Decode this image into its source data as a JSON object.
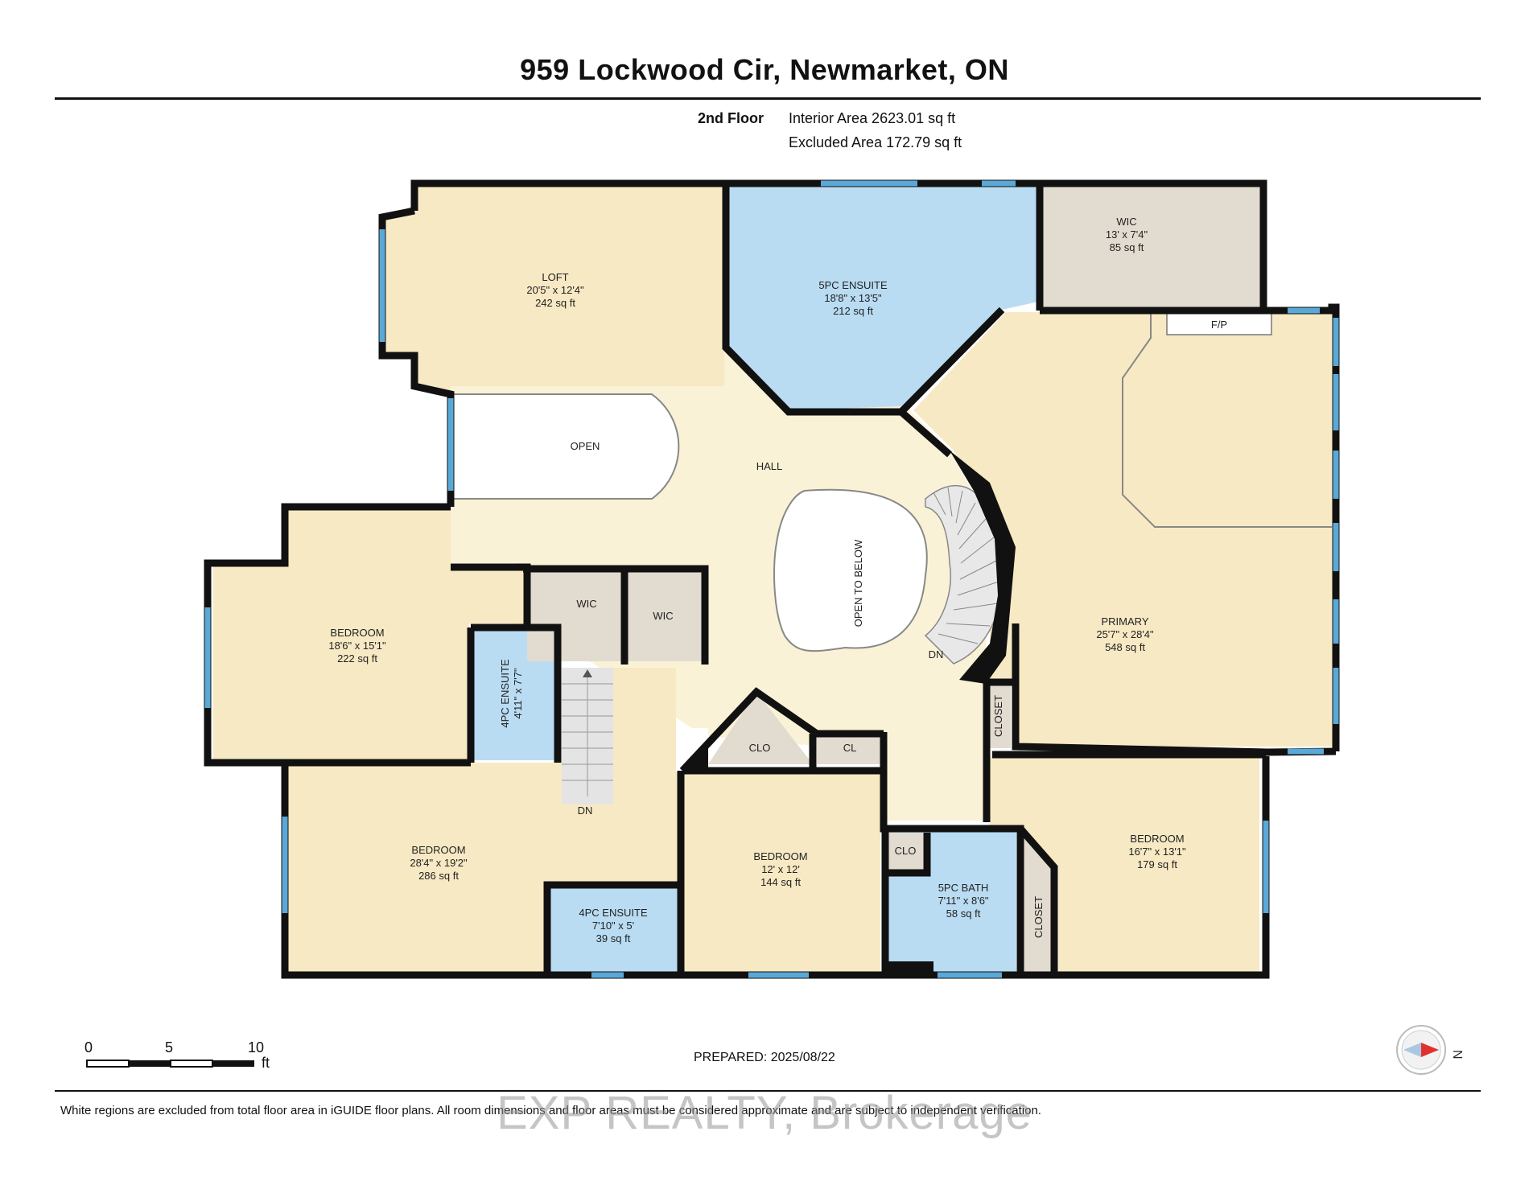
{
  "title": "959 Lockwood Cir, Newmarket, ON",
  "floor": {
    "name": "2nd Floor",
    "interior_area": "Interior Area 2623.01 sq ft",
    "excluded_area": "Excluded Area 172.79 sq ft"
  },
  "rooms": {
    "loft": {
      "name": "LOFT",
      "dims": "20'5\" x 12'4\"",
      "area": "242 sq ft"
    },
    "ensuite5": {
      "name": "5PC ENSUITE",
      "dims": "18'8\" x 13'5\"",
      "area": "212 sq ft"
    },
    "wic_top": {
      "name": "WIC",
      "dims": "13' x 7'4\"",
      "area": "85 sq ft"
    },
    "fp": "F/P",
    "open": "OPEN",
    "hall": "HALL",
    "open_below": "OPEN TO BELOW",
    "dn_stair_main": "DN",
    "primary": {
      "name": "PRIMARY",
      "dims": "25'7\" x 28'4\"",
      "area": "548 sq ft"
    },
    "closet_primary": "CLOSET",
    "bed_w": {
      "name": "BEDROOM",
      "dims": "18'6\" x 15'1\"",
      "area": "222 sq ft"
    },
    "wic1": "WIC",
    "wic2": "WIC",
    "ensuite4_v": {
      "name": "4PC ENSUITE",
      "dims": "4'11\" x 7'7\""
    },
    "dn_stair_small": "DN",
    "bed_sw": {
      "name": "BEDROOM",
      "dims": "28'4\" x 19'2\"",
      "area": "286 sq ft"
    },
    "ensuite4_b": {
      "name": "4PC ENSUITE",
      "dims": "7'10\" x 5'",
      "area": "39 sq ft"
    },
    "clo1": "CLO",
    "cl": "CL",
    "bed_mid": {
      "name": "BEDROOM",
      "dims": "12' x 12'",
      "area": "144 sq ft"
    },
    "clo2": "CLO",
    "bath5": {
      "name": "5PC BATH",
      "dims": "7'11\" x 8'6\"",
      "area": "58 sq ft"
    },
    "closet_se": "CLOSET",
    "bed_se": {
      "name": "BEDROOM",
      "dims": "16'7\" x 13'1\"",
      "area": "179 sq ft"
    }
  },
  "scale": {
    "labels": [
      "0",
      "5",
      "10"
    ],
    "unit": "ft"
  },
  "prepared": "PREPARED: 2025/08/22",
  "compass": {
    "label": "N"
  },
  "footer_note": "White regions are excluded from total floor area in iGUIDE floor plans. All room dimensions and floor areas must be considered approximate and are subject to independent verification.",
  "watermark": "EXP REALTY, Brokerage",
  "colors": {
    "room_fill": "#f7e9c3",
    "hall_fill": "#faf2d6",
    "bath_fill": "#b9dcf3",
    "closet_fill": "#e2dbcf",
    "wall": "#111111",
    "window": "#5aa8d6"
  }
}
